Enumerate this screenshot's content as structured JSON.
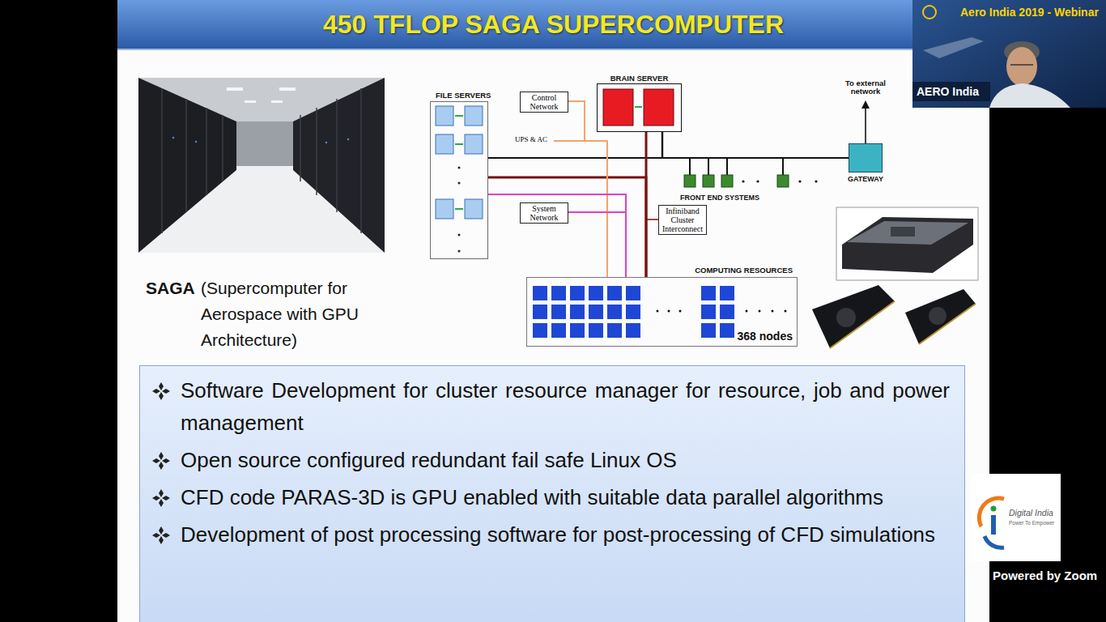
{
  "diagram": {
    "title": "450 TFLOP SAGA SUPERCOMPUTER",
    "nodes": [
      {
        "text": [
          "FILE SERVERS"
        ]
      },
      {
        "text": [
          "Control Network"
        ]
      },
      {
        "text": [
          "BRAIN SERVER"
        ]
      },
      {
        "text": [
          "GATEWAY"
        ]
      },
      {
        "text": [
          "System Network"
        ]
      },
      {
        "text": [
          "Infiniband Cluster Interconnect"
        ]
      },
      {
        "text": [
          "COMPUTING RESOURCES",
          "368 nodes"
        ]
      },
      {
        "text": [
          "Software Development for cluster resource manager for resource, job and power management",
          "Open source configured redundant fail safe Linux OS",
          "CFD code PARAS-3D is GPU enabled with suitable data parallel algorithms",
          "Development of post processing software for post-processing of CFD simulations"
        ]
      }
    ],
    "edges": [
      {
        "from": 0,
        "to": 2,
        "arrow": "none"
      },
      {
        "from": 2,
        "to": 3,
        "arrow": "none"
      },
      {
        "from": 0,
        "to": 6,
        "arrow": "none"
      },
      {
        "from": 2,
        "to": 6,
        "arrow": "none"
      },
      {
        "from": 1,
        "to": 6,
        "arrow": "none"
      },
      {
        "from": 0,
        "to": 6,
        "arrow": "none"
      },
      {
        "from": 4,
        "to": 6,
        "arrow": "none"
      },
      {
        "from": 5,
        "to": 6,
        "arrow": "none"
      }
    ],
    "labels": [
      "SAGA",
      "(Supercomputer for Aerospace with GPU Architecture)",
      "UPS & AC",
      "FRONT END SYSTEMS",
      "To external network",
      "Aero India 2019 - Webinar",
      "AERO India",
      "Digital India",
      "Power To Empower",
      "Powered by Zoom"
    ]
  }
}
